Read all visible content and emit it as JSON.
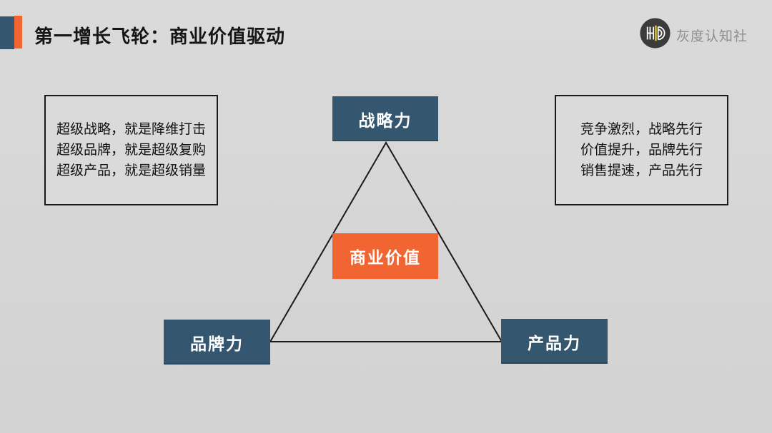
{
  "header": {
    "title": "第一增长飞轮：商业价值驱动",
    "logo_text": "灰度认知社"
  },
  "left_box": {
    "lines": [
      "超级战略，就是降维打击",
      "超级品牌，就是超级复购",
      "超级产品，就是超级销量"
    ]
  },
  "right_box": {
    "lines": [
      "竞争激烈，战略先行",
      "价值提升，品牌先行",
      "销售提速，产品先行"
    ]
  },
  "triangle": {
    "top_node": "战略力",
    "center_node": "商业价值",
    "bottom_left_node": "品牌力",
    "bottom_right_node": "产品力"
  },
  "colors": {
    "background": "#d6d6d6",
    "node_blue": "#34576f",
    "accent_orange": "#f06532",
    "triangle_line": "#1a1a1a",
    "note_border": "#1a1a1a",
    "logo_text_gray": "#8e8e8e",
    "logo_circle": "#3b3b3b",
    "logo_yellow": "#d8c93f"
  }
}
